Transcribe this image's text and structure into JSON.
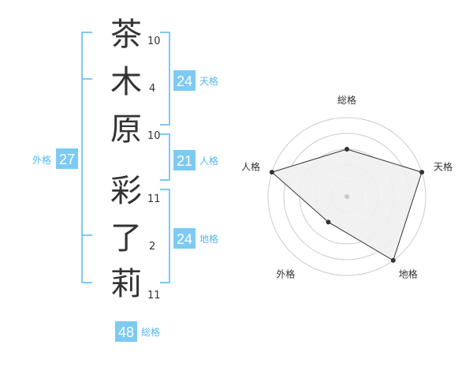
{
  "name": {
    "characters": [
      {
        "char": "茶",
        "strokes": "10"
      },
      {
        "char": "木",
        "strokes": "4"
      },
      {
        "char": "原",
        "strokes": "10"
      },
      {
        "char": "彩",
        "strokes": "11"
      },
      {
        "char": "了",
        "strokes": "2"
      },
      {
        "char": "莉",
        "strokes": "11"
      }
    ]
  },
  "kakusu": {
    "tenkaku": {
      "value": "24",
      "label": "天格"
    },
    "jinkaku": {
      "value": "21",
      "label": "人格"
    },
    "chikaku": {
      "value": "24",
      "label": "地格"
    },
    "gaikaku": {
      "value": "27",
      "label": "外格"
    },
    "soukaku": {
      "value": "48",
      "label": "総格"
    }
  },
  "radar": {
    "axes": [
      "総格",
      "天格",
      "地格",
      "外格",
      "人格"
    ],
    "max": 5,
    "values": [
      3,
      5,
      5,
      2,
      5
    ]
  },
  "colors": {
    "accent": "#55b7ee",
    "badge": "#7dcaf3",
    "text": "#333333",
    "grid": "#cccccc",
    "radar_fill": "#f0f0f0",
    "radar_stroke": "#333333"
  }
}
